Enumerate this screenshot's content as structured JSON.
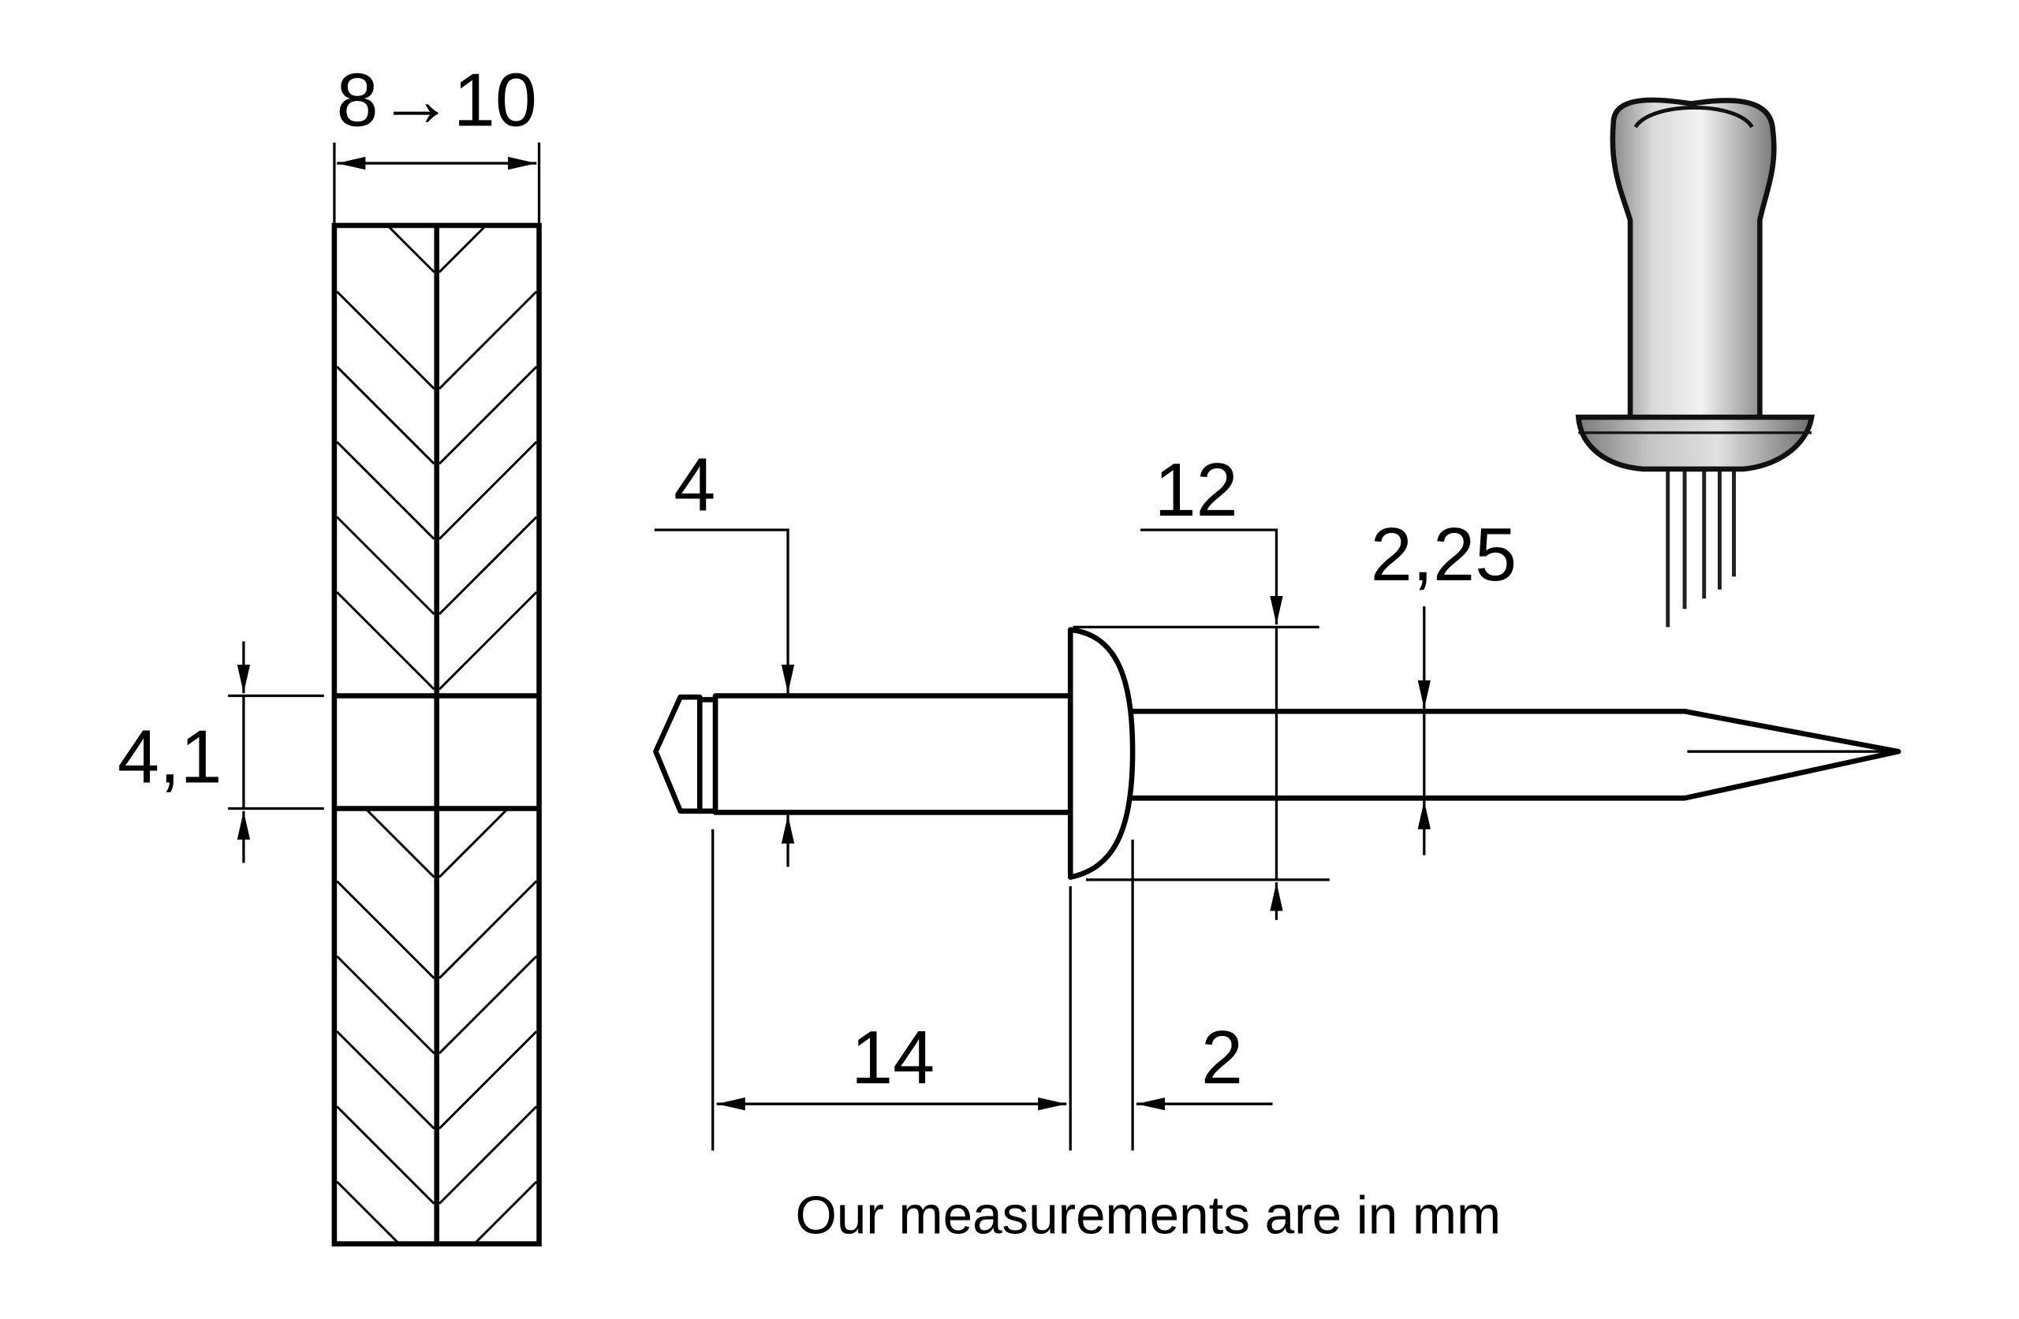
{
  "diagram": {
    "subject": "blind rivet with panel cross-section",
    "dimensions": {
      "panel_thickness": "8→10",
      "hole_diameter": "4,1",
      "rivet_body_diameter": "4",
      "head_diameter": "12",
      "mandrel_diameter": "2,25",
      "body_length": "14",
      "head_height": "2"
    },
    "note": "Our measurements are in mm",
    "colors": {
      "ink": "#000000",
      "background": "#ffffff",
      "rivet_photo_grey": "#b3b3b3"
    }
  }
}
